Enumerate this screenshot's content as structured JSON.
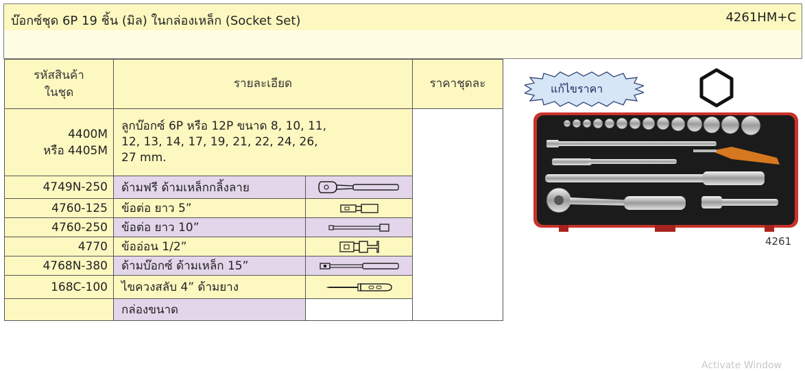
{
  "header": {
    "title": "บ๊อกซ์ชุด 6P 19 ชิ้น (มิล) ในกล่องเหล็ก (Socket Set)",
    "model_code": "4261HM+C"
  },
  "table": {
    "headers": {
      "code_line1": "รหัสสินค้า",
      "code_line2": "ในชุด",
      "description": "รายละเอียด",
      "price": "ราคาชุดละ"
    },
    "rows": [
      {
        "code_line1": "4400M",
        "code_line2": "หรือ 4405M",
        "desc_line1": "ลูกบ๊อกซ์ 6P หรือ 12P ขนาด 8, 10, 11,",
        "desc_line2": "12, 13, 14, 17, 19, 21, 22, 24, 26,",
        "desc_line3": "27 mm."
      },
      {
        "code": "4749N-250",
        "desc": "ด้ามฟรี ด้ามเหล็กกลิ้งลาย",
        "icon": "ratchet-icon"
      },
      {
        "code": "4760-125",
        "desc": "ข้อต่อ ยาว 5”",
        "icon": "short-extension-icon"
      },
      {
        "code": "4760-250",
        "desc": "ข้อต่อ ยาว 10”",
        "icon": "long-extension-icon"
      },
      {
        "code": "4770",
        "desc": "ข้ออ่อน 1/2”",
        "icon": "universal-joint-icon"
      },
      {
        "code": "4768N-380",
        "desc": "ด้ามบ๊อกซ์ ด้ามเหล็ก 15”",
        "icon": "sliding-t-bar-icon"
      },
      {
        "code": "168C-100",
        "desc": "ไขควงสลับ 4” ด้ามยาง",
        "icon": "screwdriver-icon"
      },
      {
        "code": "",
        "desc": "กล่องขนาด"
      }
    ]
  },
  "badge": {
    "label": "แก้ไขราคา"
  },
  "product": {
    "caption": "4261",
    "icon": "hexagon-icon"
  },
  "watermark": "Activate Window",
  "colors": {
    "header_yellow": "#fdf8c0",
    "row_purple": "#e3d6ea",
    "case_red": "#c8332b"
  }
}
